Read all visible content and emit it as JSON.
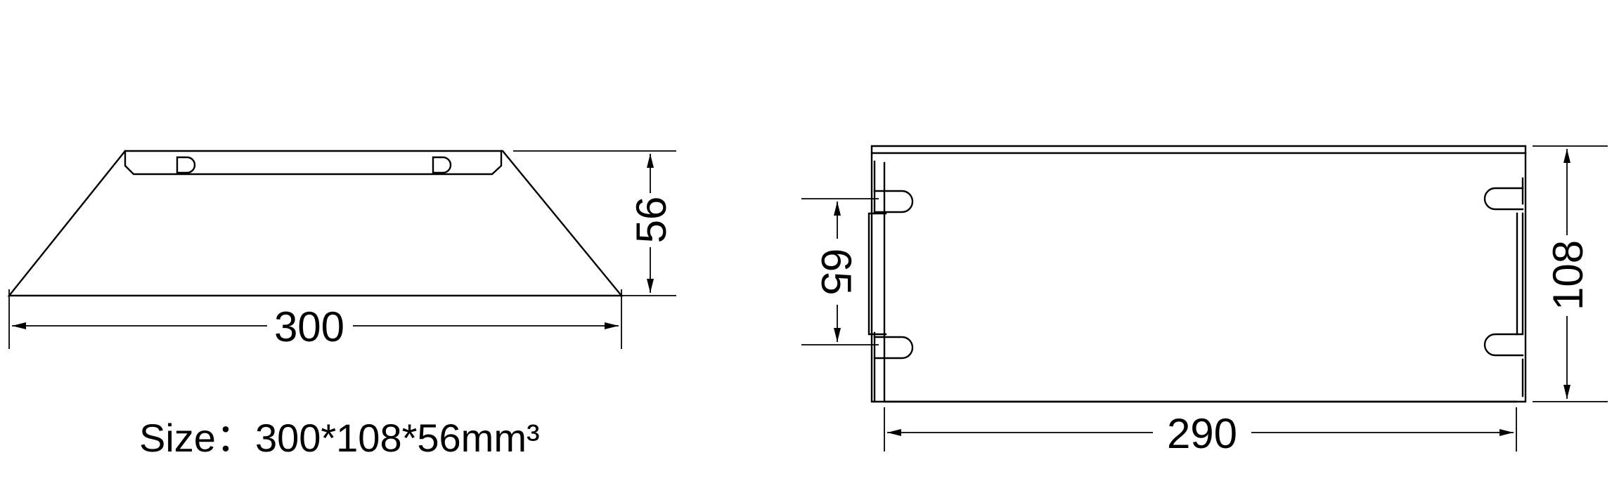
{
  "front_view": {
    "width_dimension": "300",
    "height_dimension": "56"
  },
  "top_view": {
    "length_dimension": "290",
    "depth_dimension": "108",
    "mount_spacing_dimension": "65"
  },
  "caption": {
    "label": "Size",
    "separator": "：",
    "value": "300*108*56mm³"
  },
  "colors": {
    "line": "#000000",
    "background": "#ffffff"
  }
}
